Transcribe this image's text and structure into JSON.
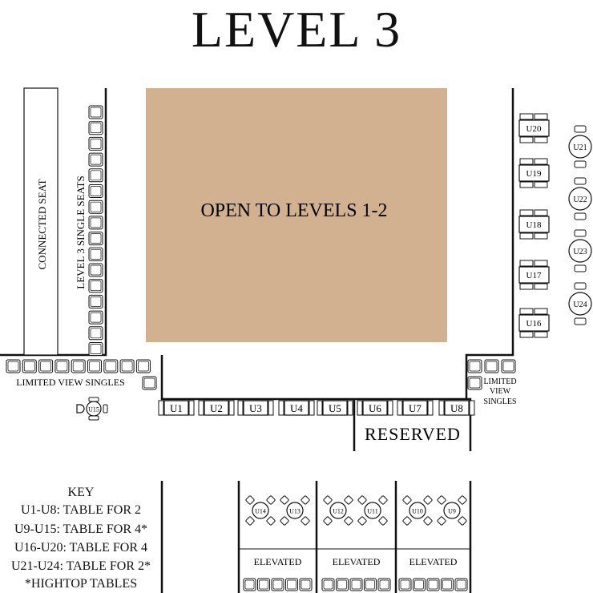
{
  "title": "LEVEL 3",
  "open_area": {
    "label": "OPEN TO LEVELS 1-2",
    "color": "#d2b190"
  },
  "labels": {
    "connected_seat": "CONNECTED SEAT",
    "level3_single_seats": "LEVEL 3 SINGLE SEATS",
    "limited_view_singles_left": "LIMITED VIEW SINGLES",
    "limited_view_right_1": "LIMITED",
    "limited_view_right_2": "VIEW",
    "limited_view_right_3": "SINGLES",
    "reserved": "RESERVED",
    "elevated": "ELEVATED"
  },
  "bottom_tables": [
    "U1",
    "U2",
    "U3",
    "U4",
    "U5",
    "U6",
    "U7",
    "U8"
  ],
  "right_tables": [
    "U20",
    "U19",
    "U18",
    "U17",
    "U16"
  ],
  "round_tables": [
    "U21",
    "U22",
    "U23",
    "U24"
  ],
  "hightop_lone": "U15",
  "elevated_sections": [
    {
      "tables": [
        "U14",
        "U13"
      ]
    },
    {
      "tables": [
        "U12",
        "U11"
      ]
    },
    {
      "tables": [
        "U10",
        "U9"
      ]
    }
  ],
  "key": {
    "heading": "KEY",
    "lines": [
      "U1-U8: TABLE FOR 2",
      "U9-U15: TABLE FOR 4*",
      "U16-U20: TABLE FOR 4",
      "U21-U24: TABLE FOR 2*",
      "*HIGHTOP TABLES"
    ]
  }
}
